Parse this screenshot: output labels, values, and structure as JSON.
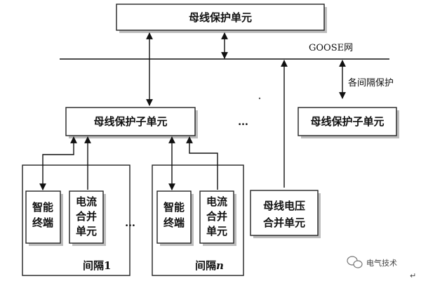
{
  "diagram": {
    "top_unit": "母线保护单元",
    "network": "GOOSE网",
    "bay_protection": "各间隔保护",
    "sub_unit_left": "母线保护子单元",
    "sub_unit_right": "母线保护子单元",
    "dots_top": "…",
    "dots_bottom": "…",
    "bay1": {
      "terminal_l1": "智能",
      "terminal_l2": "终端",
      "mu_l1": "电流",
      "mu_l2": "合并",
      "mu_l3": "单元",
      "caption": "间隔1"
    },
    "bayn": {
      "terminal_l1": "智能",
      "terminal_l2": "终端",
      "mu_l1": "电流",
      "mu_l2": "合并",
      "mu_l3": "单元",
      "caption_prefix": "间隔",
      "caption_n": "n"
    },
    "voltage_mu_l1": "母线电压",
    "voltage_mu_l2": "合并单元"
  },
  "watermark": {
    "icon": "wechat-icon",
    "text": "电气技术",
    "mark": "↵"
  }
}
